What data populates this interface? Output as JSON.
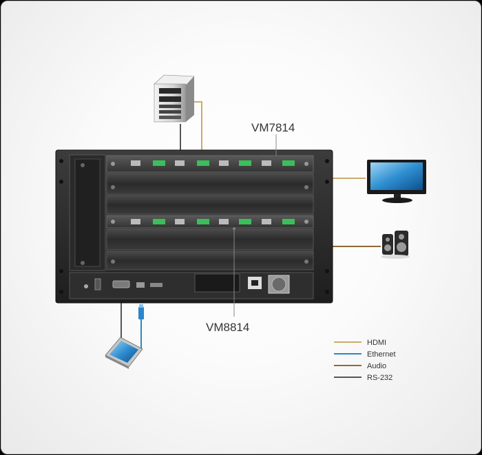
{
  "labels": {
    "top_card": "VM7814",
    "bottom_card": "VM8814"
  },
  "legend": [
    {
      "label": "HDMI",
      "color": "#c9ac6a"
    },
    {
      "label": "Ethernet",
      "color": "#2d86c8"
    },
    {
      "label": "Audio",
      "color": "#8a6a3a"
    },
    {
      "label": "RS-232",
      "color": "#555555"
    }
  ],
  "devices": {
    "source": "pc-tower-icon",
    "display": "lcd-monitor-icon",
    "audio": "speakers-icon",
    "control": "touch-panel-icon"
  }
}
